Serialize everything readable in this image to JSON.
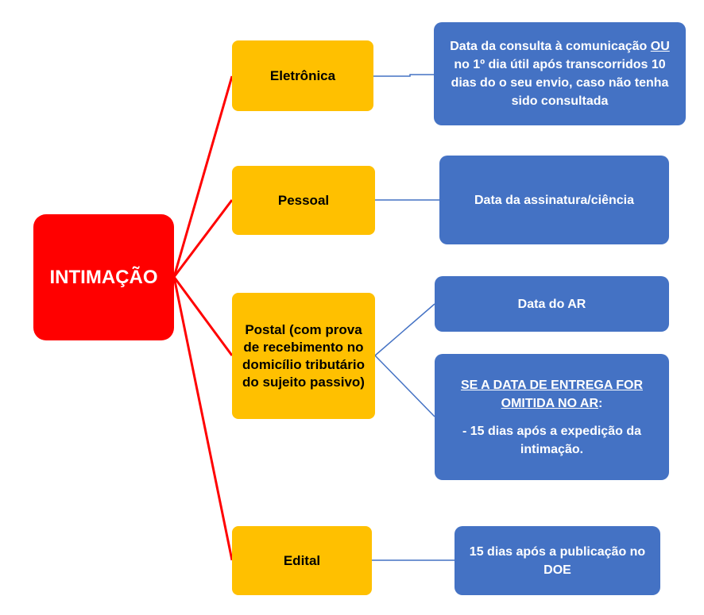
{
  "root": {
    "label": "INTIMAÇÃO",
    "color": "#ff0000"
  },
  "categories": [
    {
      "label": "Eletrônica"
    },
    {
      "label": "Pessoal"
    },
    {
      "label": "Postal (com prova de recebimento no domicílio tributário do sujeito passivo)"
    },
    {
      "label": "Edital"
    }
  ],
  "results": {
    "eletronica": {
      "part1": "Data da consulta à comunicação ",
      "underline": "OU",
      "part2": " no 1º dia útil após transcorridos 10 dias do o seu envio, caso não tenha sido consultada"
    },
    "pessoal": "Data da assinatura/ciência",
    "postal_ar": "Data do AR",
    "postal_omitida": {
      "heading": "SE A DATA DE ENTREGA FOR OMITIDA NO AR",
      "colon": ":",
      "body": "- 15 dias após a expedição da intimação."
    },
    "edital": "15 dias após a publicação no DOE"
  },
  "colors": {
    "root": "#ff0000",
    "category": "#ffc000",
    "result": "#4472c4",
    "root_connector": "#ff0000",
    "result_connector": "#4472c4"
  }
}
